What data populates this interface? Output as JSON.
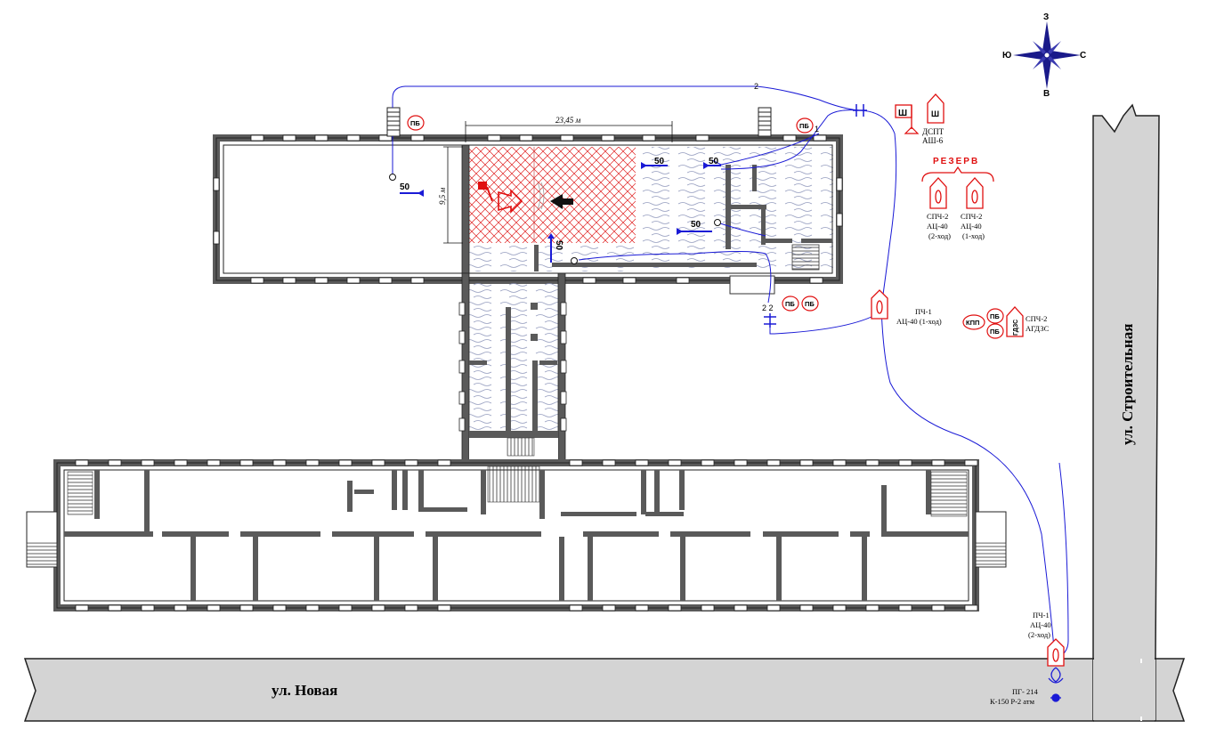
{
  "compass": {
    "north": "З",
    "south": "В",
    "west": "Ю",
    "east": "С"
  },
  "streets": {
    "horizontal": "ул. Новая",
    "vertical": "ул. Строительная"
  },
  "dimensions": {
    "length": "23,45 м",
    "width": "9,5 м"
  },
  "hose_labels": {
    "left_block": "50",
    "right_1": "50",
    "right_2": "50",
    "right_3": "50",
    "center": "50"
  },
  "line_numbers": {
    "top": "2",
    "right": "1",
    "bottom": "2 2"
  },
  "badges": {
    "pb": "ПБ",
    "kpp": "КПП",
    "gdzs": "ГДЗС"
  },
  "hq": {
    "symbol": "Ш",
    "label_line1": "ДСПТ",
    "label_line2": "АШ-6"
  },
  "reserve": {
    "title": "РЕЗЕРВ",
    "units": [
      {
        "line1": "СПЧ-2",
        "line2": "АЦ-40",
        "line3": "(2-ход)"
      },
      {
        "line1": "СПЧ-2",
        "line2": "АЦ-40",
        "line3": "(1-ход)"
      }
    ]
  },
  "truck_pch1_a": {
    "line1": "ПЧ-1",
    "line2": "АЦ-40 (1-ход)"
  },
  "truck_spch2": {
    "line1": "СПЧ-2",
    "line2": "АГДЗС"
  },
  "truck_pch1_b": {
    "line1": "ПЧ-1",
    "line2": "АЦ-40",
    "line3": "(2-ход)"
  },
  "hydrant": {
    "line1": "ПГ- 214",
    "line2": "К-150 Р-2 атм"
  },
  "colors": {
    "wall": "#5a5a5a",
    "hose": "#1a1ad6",
    "fire": "#e01010",
    "road": "#d4d4d4",
    "water": "#9aa2c0"
  }
}
